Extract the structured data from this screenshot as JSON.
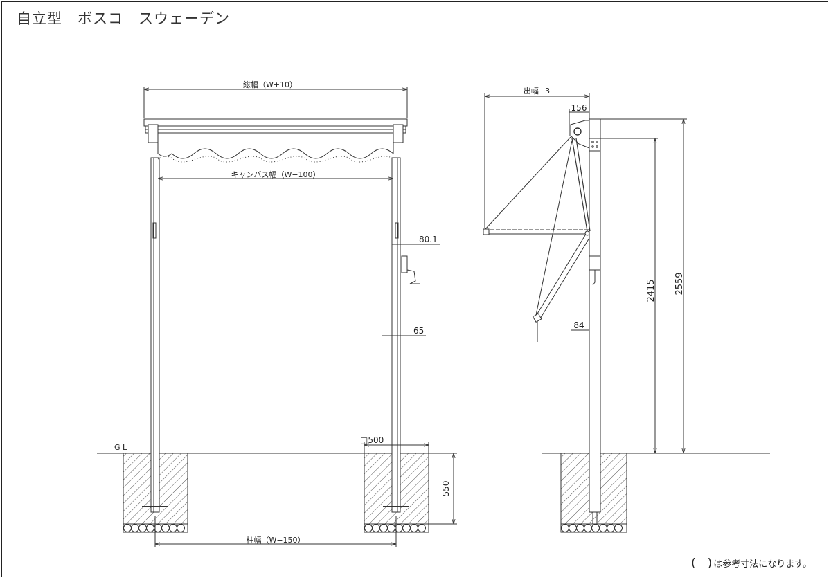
{
  "title": "自立型　ボスコ　スウェーデン",
  "labels": {
    "total_width": "総幅（W+10）",
    "canvas_width": "キャンバス幅（W−100）",
    "post_width": "柱幅（W−150）",
    "gl": "G L",
    "dim_80_1": "80.1",
    "dim_65": "65",
    "square_500": "□500",
    "dim_550": "550",
    "projection": "出幅+3",
    "dim_156": "156",
    "dim_2415": "2415",
    "dim_2559": "2559",
    "dim_84": "84"
  },
  "note": {
    "paren": "(　)",
    "text": "は参考寸法になります。"
  }
}
